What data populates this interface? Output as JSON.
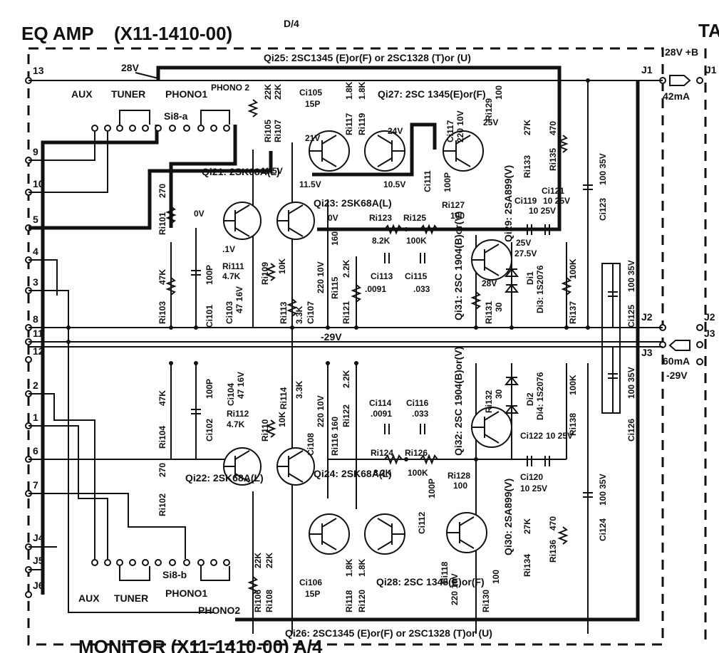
{
  "title": {
    "main": "EQ AMP",
    "part": "(X11-1410-00)",
    "page": "D/4",
    "edge_right": "TA",
    "bottom_cut": "MONITOR (X11-1410-00) A/4"
  },
  "rails": {
    "top_voltage": "28V",
    "supply_plus": "28V +B",
    "supply_current": "42mA",
    "neg_rail": "-29V",
    "neg_current": "60mA",
    "neg_voltage": "-29V"
  },
  "terminals": [
    "13",
    "9",
    "10",
    "5",
    "4",
    "3",
    "8",
    "11",
    "12",
    "2",
    "1",
    "6",
    "7",
    "J4",
    "J5",
    "J6"
  ],
  "connectors": [
    "J1",
    "J1",
    "J2",
    "J2",
    "J3",
    "J3"
  ],
  "switch_top": {
    "name": "Si8-a",
    "inputs": [
      "AUX",
      "TUNER",
      "PHONO1",
      "PHONO 2"
    ]
  },
  "switch_bottom": {
    "name": "Si8-b",
    "inputs": [
      "AUX",
      "TUNER",
      "PHONO1",
      "PHONO2"
    ]
  },
  "transistors": {
    "q125": "Qi25: 2SC1345 (E)or(F) or 2SC1328 (T)or (U)",
    "q126": "Qi26: 2SC1345 (E)or(F) or 2SC1328 (T)or (U)",
    "q121": "Qi21: 2SK68A(L)",
    "q122": "Qi22: 2SK68A(L)",
    "q123": "Qi23: 2SK68A(L)",
    "q124": "Qi24: 2SK68A(L)",
    "q127": "Qi27: 2SC 1345(E)or(F)",
    "q128": "Qi28: 2SC 1345(E)or(F)",
    "q129": "Qi29: 2SA899(V)",
    "q130": "Qi30: 2SA899(V)",
    "q131": "Qi31: 2SC 1904(B)or(V)",
    "q132": "Qi32: 2SC 1904(B)or(V)"
  },
  "resistors": [
    {
      "ref": "Ri105",
      "val": "22K"
    },
    {
      "ref": "Ri107",
      "val": "22K"
    },
    {
      "ref": "Ri117",
      "val": "1.8K"
    },
    {
      "ref": "Ri119",
      "val": "1.8K"
    },
    {
      "ref": "Ri129",
      "val": "100"
    },
    {
      "ref": "Ri133",
      "val": "27K"
    },
    {
      "ref": "Ri135",
      "val": "470"
    },
    {
      "ref": "Ri101",
      "val": "270"
    },
    {
      "ref": "Ri127",
      "val": "100"
    },
    {
      "ref": "Ri123",
      "val": "8.2K"
    },
    {
      "ref": "Ri125",
      "val": "100K"
    },
    {
      "ref": "Ri111",
      "val": "4.7K"
    },
    {
      "ref": "Ri109",
      "val": "10K"
    },
    {
      "ref": "Ri115",
      "val": "160"
    },
    {
      "ref": "Ri103",
      "val": "47K"
    },
    {
      "ref": "Ri113",
      "val": "3.3K"
    },
    {
      "ref": "Ri121",
      "val": "2.2K"
    },
    {
      "ref": "Ri131",
      "val": "30"
    },
    {
      "ref": "Ri137",
      "val": "100K"
    },
    {
      "ref": "Ri104",
      "val": "47K"
    },
    {
      "ref": "Ri112",
      "val": "4.7K"
    },
    {
      "ref": "Ri110",
      "val": "10K"
    },
    {
      "ref": "Ri114",
      "val": "3.3K"
    },
    {
      "ref": "Ri116",
      "val": "160"
    },
    {
      "ref": "Ri122",
      "val": "2.2K"
    },
    {
      "ref": "Ri132",
      "val": "30"
    },
    {
      "ref": "Ri138",
      "val": "100K"
    },
    {
      "ref": "Ri124",
      "val": "8.2K"
    },
    {
      "ref": "Ri126",
      "val": "100K"
    },
    {
      "ref": "Ri102",
      "val": "270"
    },
    {
      "ref": "Ri128",
      "val": "100"
    },
    {
      "ref": "Ri134",
      "val": "27K"
    },
    {
      "ref": "Ri136",
      "val": "470"
    },
    {
      "ref": "Ri106",
      "val": "22K"
    },
    {
      "ref": "Ri108",
      "val": "22K"
    },
    {
      "ref": "Ri118",
      "val": "1.8K"
    },
    {
      "ref": "Ri120",
      "val": "1.8K"
    },
    {
      "ref": "Ri130",
      "val": "100"
    }
  ],
  "capacitors": [
    {
      "ref": "Ci105",
      "val": "15P"
    },
    {
      "ref": "Ci117",
      "val": "220 10V"
    },
    {
      "ref": "Ci111",
      "val": "100P"
    },
    {
      "ref": "Ci119",
      "val": "10 25V"
    },
    {
      "ref": "Ci121",
      "val": "10 25V"
    },
    {
      "ref": "Ci123",
      "val": "100 35V"
    },
    {
      "ref": "Ci101",
      "val": "100P"
    },
    {
      "ref": "Ci103",
      "val": "47 16V"
    },
    {
      "ref": "Ci107",
      "val": "220 10V"
    },
    {
      "ref": "Ci113",
      "val": ".0091"
    },
    {
      "ref": "Ci115",
      "val": ".033"
    },
    {
      "ref": "Ci125",
      "val": "100 35V"
    },
    {
      "ref": "Ci126",
      "val": "100 35V"
    },
    {
      "ref": "Ci104",
      "val": "47 16V"
    },
    {
      "ref": "Ci102",
      "val": "100P"
    },
    {
      "ref": "Ci108",
      "val": "220 10V"
    },
    {
      "ref": "Ci114",
      "val": ".0091"
    },
    {
      "ref": "Ci116",
      "val": ".033"
    },
    {
      "ref": "Ci122",
      "val": "10 25V"
    },
    {
      "ref": "Ci120",
      "val": "10 25V"
    },
    {
      "ref": "Ci124",
      "val": "100 35V"
    },
    {
      "ref": "Ci112",
      "val": "100P"
    },
    {
      "ref": "Ci106",
      "val": "15P"
    },
    {
      "ref": "Ci118",
      "val": "220 10V"
    }
  ],
  "diodes": [
    {
      "ref": "Di1",
      "val": "Di3: 1S2076"
    },
    {
      "ref": "Di2",
      "val": "Di4: 1S2076"
    }
  ],
  "voltages": {
    "v21": "21V",
    "v24": "24V",
    "v25": "25V",
    "v11_5a": "11.5V",
    "v11_5b": "11.5V",
    "v10_5": "10.5V",
    "v0a": "0V",
    "v0b": "0V",
    "v1": ".1V",
    "v25b": "25V",
    "v27_5": "27.5V",
    "v28": "28V"
  }
}
